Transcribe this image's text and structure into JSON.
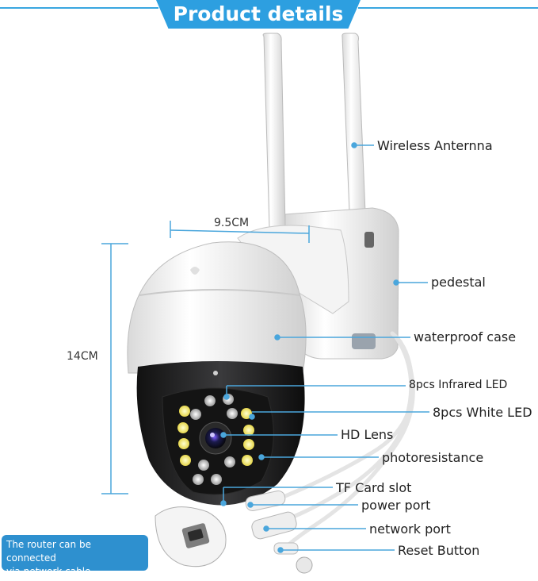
{
  "header": {
    "title": "Product details"
  },
  "dimensions": {
    "width": "9.5CM",
    "height": "14CM"
  },
  "callouts": {
    "antenna": "Wireless Anternna",
    "pedestal": "pedestal",
    "case": "waterproof case",
    "infrared": "8pcs Infrared LED",
    "white_led": "8pcs White LED",
    "lens": "HD Lens",
    "photo": "photoresistance",
    "tf": "TF Card slot",
    "power": "power port",
    "network": "network port",
    "reset": "Reset Button"
  },
  "note": {
    "line1": "The router can be connected",
    "line2": "via network cable"
  },
  "colors": {
    "accent": "#2d9fe0",
    "callout_line": "#4aa6dc",
    "body_white": "#f2f2f2",
    "dome_black": "#1c1c1e"
  }
}
